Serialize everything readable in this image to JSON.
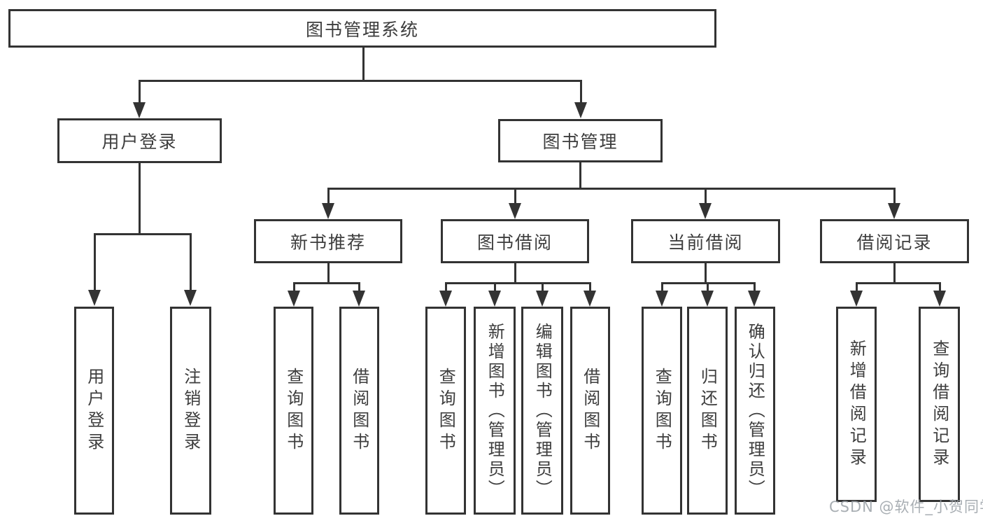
{
  "diagram": {
    "root": "图书管理系统",
    "branches": {
      "user_login": "用户登录",
      "book_mgmt": "图书管理"
    },
    "user_login_children": [
      "用户登录",
      "注销登录"
    ],
    "book_mgmt_children": [
      "新书推荐",
      "图书借阅",
      "当前借阅",
      "借阅记录"
    ],
    "new_book_rec_children": [
      "查询图书",
      "借阅图书"
    ],
    "book_borrow_children": [
      "查询图书",
      "新增图书（管理员）",
      "编辑图书（管理员）",
      "借阅图书"
    ],
    "current_borrow_children": [
      "查询图书",
      "归还图书",
      "确认归还（管理员）"
    ],
    "borrow_record_children": [
      "新增借阅记录",
      "查询借阅记录"
    ]
  },
  "watermark": "CSDN @软件_小贺同学",
  "colors": {
    "line": "#333333",
    "text": "#3d3d3d",
    "background": "#ffffff",
    "watermark": "#9aa0a6"
  }
}
